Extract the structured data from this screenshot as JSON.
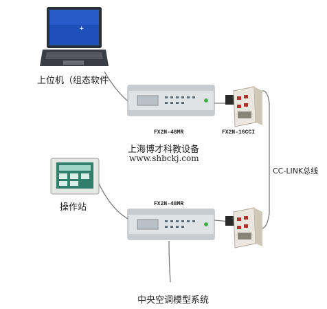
{
  "nodes": {
    "host_pc": {
      "label": "上位机（组态软件"
    },
    "plc_top": {
      "label": "FX2N-48MR"
    },
    "cc_top": {
      "label": "FX2N-16CCI"
    },
    "company": {
      "name": "上海博才科教设备",
      "url": "www.shbckj.com"
    },
    "bus": {
      "label": "CC-LINK总线"
    },
    "hmi": {
      "label": "操作站"
    },
    "plc_bottom": {
      "label": "FX2N-48MR"
    },
    "system": {
      "label": "中央空调模型系统"
    }
  },
  "colors": {
    "line": "#7a7a7a",
    "laptop_screen": "#1f4fb8",
    "plc_body": "#dfe3e6",
    "module_body": "#ece7de",
    "hmi_screen": "#2f7f6a"
  }
}
